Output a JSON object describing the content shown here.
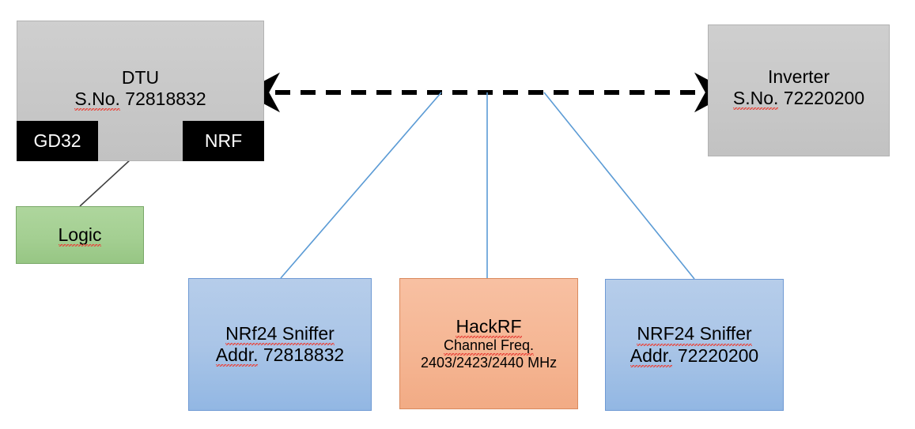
{
  "diagram": {
    "title": "RF sniffing setup block diagram",
    "colors": {
      "grey_block": "#c8c8c8",
      "black_block": "#000000",
      "green_block": "#a4cf92",
      "blue_block": "#aac5e7",
      "orange_block": "#f5b795",
      "connector_blue": "#5b9bd5",
      "connector_black": "#000000"
    },
    "nodes": {
      "dtu": {
        "line1": "DTU",
        "line2_prefix": "S.No.",
        "line2_value": "72818832"
      },
      "inverter": {
        "line1": "Inverter",
        "line2_prefix": "S.No.",
        "line2_value": "72220200"
      },
      "gd32": {
        "label": "GD32"
      },
      "nrf": {
        "label": "NRF"
      },
      "logic": {
        "label": "Logic"
      },
      "sniffer_left": {
        "line1": "NRf24 Sniffer",
        "line2_prefix": "Addr.",
        "line2_value": "72818832"
      },
      "sniffer_right": {
        "line1": "NRF24 Sniffer",
        "line2_prefix": "Addr.",
        "line2_value": "72220200"
      },
      "hackrf": {
        "line1": "HackRF",
        "line2": "Channel Freq.",
        "line3": "2403/2423/2440 MHz"
      }
    },
    "connectors": {
      "rf_link": {
        "name": "dtu-inverter-rf-link",
        "style": "dashed double arrow"
      },
      "spi_link": {
        "name": "gd32-nrf-link",
        "style": "solid double arrow"
      },
      "logic_probe": {
        "name": "logic-analyzer-probe",
        "style": "solid thin line"
      },
      "tap_left": {
        "name": "sniffer-left-tap",
        "style": "thin blue line"
      },
      "tap_center": {
        "name": "hackrf-tap",
        "style": "thin blue line"
      },
      "tap_right": {
        "name": "sniffer-right-tap",
        "style": "thin blue line"
      }
    }
  }
}
